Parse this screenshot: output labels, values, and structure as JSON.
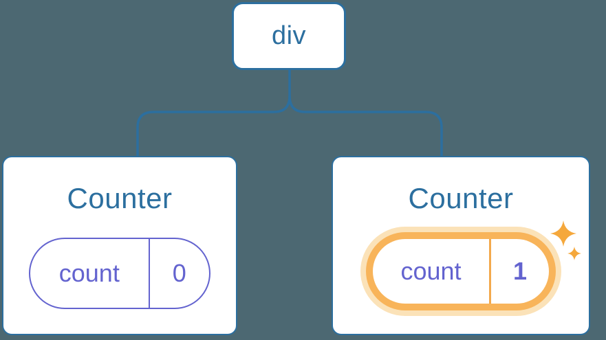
{
  "canvas": {
    "bg": "#4C6872"
  },
  "palette": {
    "blue": "#2C6F9F",
    "purple": "#6363CF",
    "orange": "#F8B45A",
    "orange_glow": "#FBE2B8",
    "orange_divider": "#F3A94C",
    "sparkle": "#F5A83C"
  },
  "icons": {
    "sparkle_large": "four-point-star",
    "sparkle_small": "four-point-star"
  },
  "tree": {
    "root": {
      "label": "div"
    },
    "children": [
      {
        "title": "Counter",
        "highlighted": false,
        "state": {
          "key": "count",
          "value": "0"
        }
      },
      {
        "title": "Counter",
        "highlighted": true,
        "state": {
          "key": "count",
          "value": "1"
        }
      }
    ]
  }
}
